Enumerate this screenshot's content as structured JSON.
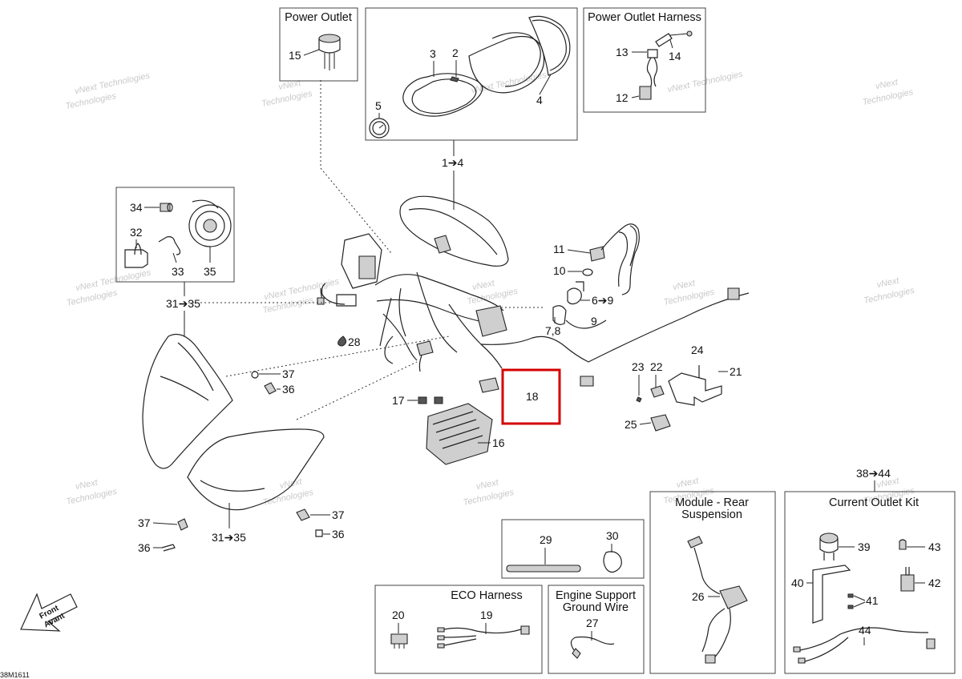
{
  "boxes": {
    "power_outlet": "Power Outlet",
    "power_outlet_harness": "Power Outlet Harness",
    "module_rear_suspension_1": "Module - Rear",
    "module_rear_suspension_2": "Suspension",
    "current_outlet_kit": "Current Outlet Kit",
    "eco_harness": "ECO Harness",
    "engine_support_1": "Engine Support",
    "engine_support_2": "Ground Wire"
  },
  "callouts": {
    "c1_4": "1➔4",
    "c2": "2",
    "c3": "3",
    "c4": "4",
    "c5": "5",
    "c6_9": "6➔9",
    "c7_8": "7,8",
    "c9": "9",
    "c10": "10",
    "c11": "11",
    "c12": "12",
    "c13": "13",
    "c14": "14",
    "c15": "15",
    "c16": "16",
    "c17": "17",
    "c18": "18",
    "c19": "19",
    "c20": "20",
    "c21": "21",
    "c22": "22",
    "c23": "23",
    "c24": "24",
    "c25": "25",
    "c26": "26",
    "c27": "27",
    "c28": "28",
    "c29": "29",
    "c30": "30",
    "c31_35_top": "31➔35",
    "c31_35_bottom": "31➔35",
    "c32": "32",
    "c33": "33",
    "c34": "34",
    "c35": "35",
    "c36_a": "36",
    "c36_b": "36",
    "c36_c": "36",
    "c37_a": "37",
    "c37_b": "37",
    "c37_c": "37",
    "c38_44": "38➔44",
    "c39": "39",
    "c40": "40",
    "c41": "41",
    "c42": "42",
    "c43": "43",
    "c44": "44"
  },
  "watermark": {
    "line1": "vNext",
    "line2": "Technologies",
    "single": "vNext Technologies"
  },
  "direction_arrow": {
    "line1": "Front",
    "line2": "Avant"
  },
  "drawing_code": "38M1611",
  "highlight_color": "#d40000"
}
